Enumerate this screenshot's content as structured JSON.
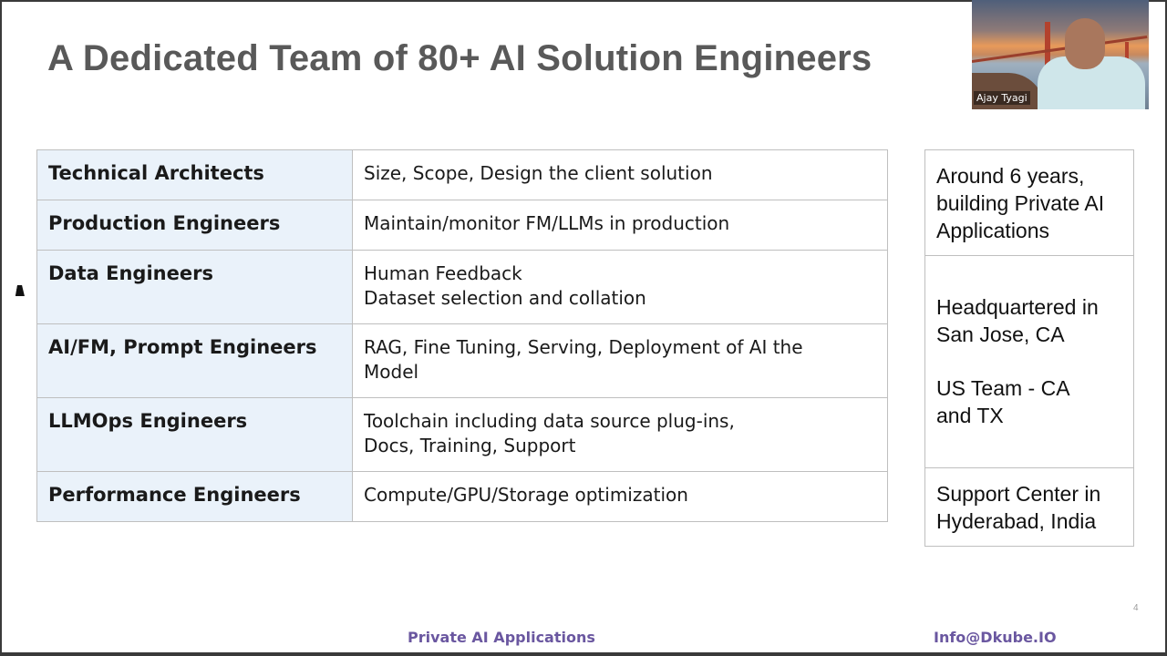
{
  "slide": {
    "title": "A Dedicated Team of 80+ AI Solution Engineers",
    "page_number": "4",
    "footer_left": "Private AI Applications",
    "footer_right": "Info@Dkube.IO"
  },
  "video": {
    "participant_name": "Ajay Tyagi"
  },
  "roles_table": {
    "rows": [
      {
        "role": "Technical Architects",
        "lines": [
          "Size, Scope, Design the client solution"
        ]
      },
      {
        "role": "Production Engineers",
        "lines": [
          "Maintain/monitor FM/LLMs in production"
        ]
      },
      {
        "role": "Data Engineers",
        "lines": [
          "Human Feedback",
          "Dataset selection and collation"
        ]
      },
      {
        "role": "AI/FM, Prompt Engineers",
        "lines": [
          "RAG, Fine Tuning, Serving, Deployment of AI the",
          "Model"
        ]
      },
      {
        "role": "LLMOps Engineers",
        "lines": [
          "Toolchain including data source plug-ins,",
          "Docs, Training, Support"
        ]
      },
      {
        "role": "Performance Engineers",
        "lines": [
          "Compute/GPU/Storage optimization"
        ]
      }
    ]
  },
  "side_info": {
    "experience": [
      "Around 6 years,",
      "building Private AI",
      "Applications"
    ],
    "headquarters": [
      "Headquartered in",
      "San Jose, CA"
    ],
    "us_team": [
      "US Team - CA",
      "and TX"
    ],
    "support": [
      "Support Center in",
      "Hyderabad, India"
    ]
  },
  "colors": {
    "title": "#595959",
    "role_cell_bg": "#eaf2fa",
    "border": "#bfbfbf",
    "footer_accent": "#6a57a0"
  }
}
